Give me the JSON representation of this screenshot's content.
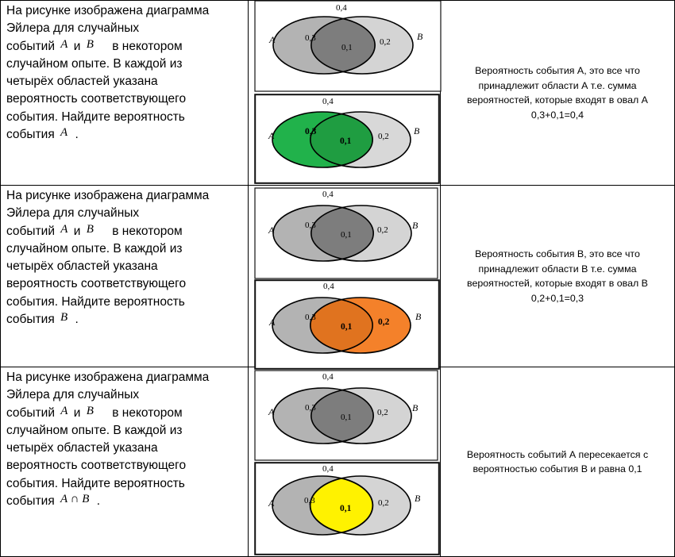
{
  "rows": [
    {
      "question": {
        "line1": "На рисунке изображена диаграмма",
        "line2": "Эйлера для случайных",
        "line3_pre": "событий",
        "var_a": "A",
        "conj": "и",
        "var_b": "B",
        "line3_post": "в некотором",
        "line4": "случайном опыте. В каждой из",
        "line5": "четырёх областей указана",
        "line6": "вероятность соответствующего",
        "line7": "события. Найдите вероятность",
        "line8_pre": "события",
        "target": "A",
        "line8_post": "."
      },
      "diagram_top": {
        "outside": "0,4",
        "label_a": "A",
        "label_b": "B",
        "only_a": "0,3",
        "both": "0,1",
        "only_b": "0,2"
      },
      "diagram_bottom": {
        "outside": "0,4",
        "label_a": "A",
        "label_b": "B",
        "only_a": "0,3",
        "both": "0,1",
        "only_b": "0,2",
        "highlight": "A",
        "highlight_color": "#21b24b"
      },
      "answer": {
        "l1": "Вероятность события А, это все что",
        "l2": "принадлежит области А т.е. сумма",
        "l3": "вероятностей, которые входят в овал А",
        "l4": "0,3+0,1=0,4"
      }
    },
    {
      "question": {
        "line1": "На рисунке изображена диаграмма",
        "line2": "Эйлера для случайных",
        "line3_pre": "событий",
        "var_a": "A",
        "conj": "и",
        "var_b": "B",
        "line3_post": "в некотором",
        "line4": "случайном опыте. В каждой из",
        "line5": "четырёх областей указана",
        "line6": "вероятность соответствующего",
        "line7": "события. Найдите вероятность",
        "line8_pre": "события",
        "target": "B",
        "line8_post": "."
      },
      "diagram_top": {
        "outside": "0,4",
        "label_a": "A",
        "label_b": "B",
        "only_a": "0,3",
        "both": "0,1",
        "only_b": "0,2"
      },
      "diagram_bottom": {
        "outside": "0,4",
        "label_a": "A",
        "label_b": "B",
        "only_a": "0,3",
        "both": "0,1",
        "only_b": "0,2",
        "highlight": "B",
        "highlight_color": "#f4812a"
      },
      "answer": {
        "l1": "Вероятность события В, это все что",
        "l2": "принадлежит области В т.е. сумма",
        "l3": "вероятностей, которые входят в овал В",
        "l4": "0,2+0,1=0,3"
      }
    },
    {
      "question": {
        "line1": "На рисунке изображена диаграмма",
        "line2": "Эйлера для случайных",
        "line3_pre": "событий",
        "var_a": "A",
        "conj": "и",
        "var_b": "B",
        "line3_post": "в некотором",
        "line4": "случайном опыте. В каждой из",
        "line5": "четырёх областей указана",
        "line6": "вероятность соответствующего",
        "line7": "события. Найдите вероятность",
        "line8_pre": "события",
        "target": "A ∩ B",
        "line8_post": "."
      },
      "diagram_top": {
        "outside": "0,4",
        "label_a": "A",
        "label_b": "B",
        "only_a": "0,3",
        "both": "0,1",
        "only_b": "0,2"
      },
      "diagram_bottom": {
        "outside": "0,4",
        "label_a": "A",
        "label_b": "B",
        "only_a": "0,3",
        "both": "0,1",
        "only_b": "0,2",
        "highlight": "AB",
        "highlight_color": "#fff200"
      },
      "answer": {
        "l1": "Вероятность событий А пересекается с",
        "l2": "вероятностью события В и равна 0,1"
      }
    }
  ]
}
